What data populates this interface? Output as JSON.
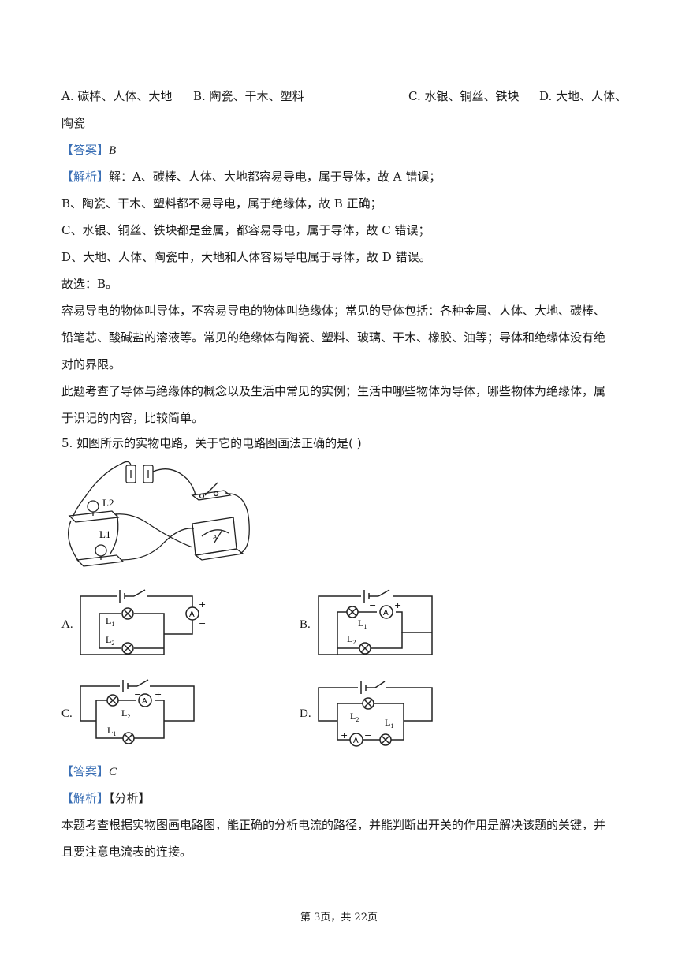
{
  "q4": {
    "opt_a": "A. 碳棒、人体、大地",
    "opt_b": "B. 陶瓷、干木、塑料",
    "opt_c": "C. 水银、铜丝、铁块",
    "opt_d": "D. 大地、人体、",
    "opt_d_cont": "陶瓷",
    "answer_tag": "【答案】",
    "answer": "B",
    "analysis_tag": "【解析】",
    "lines": [
      "解：A、碳棒、人体、大地都容易导电，属于导体，故 A 错误；",
      "B、陶瓷、干木、塑料都不易导电，属于绝缘体，故 B 正确；",
      "C、水银、铜丝、铁块都是金属，都容易导电，属于导体，故 C 错误；",
      "D、大地、人体、陶瓷中，大地和人体容易导电属于导体，故 D 错误。",
      "故选：B。",
      "容易导电的物体叫导体，不容易导电的物体叫绝缘体；常见的导体包括：各种金属、人体、大地、碳棒、",
      "铅笔芯、酸碱盐的溶液等。常见的绝缘体有陶瓷、塑料、玻璃、干木、橡胶、油等；导体和绝缘体没有绝",
      "对的界限。",
      "此题考查了导体与绝缘体的概念以及生活中常见的实例；生活中哪些物体为导体，哪些物体为绝缘体，属",
      "于识记的内容，比较简单。"
    ]
  },
  "q5": {
    "stem": "5. 如图所示的实物电路，关于它的电路图画法正确的是(    )",
    "photo_labels": {
      "l2": "L2",
      "l1": "L1",
      "meter": "A"
    },
    "options": {
      "a": "A.",
      "b": "B.",
      "c": "C.",
      "d": "D."
    },
    "comp": {
      "l1": "L",
      "l1_sub": "1",
      "l2": "L",
      "l2_sub": "2",
      "ammeter": "A",
      "plus": "+",
      "minus": "−"
    },
    "answer_tag": "【答案】",
    "answer": "C",
    "analysis_tag": "【解析】",
    "analysis_head": "【分析】",
    "lines": [
      "本题考查根据实物图画电路图，能正确的分析电流的路径，并能判断出开关的作用是解决该题的关键，并",
      "且要注意电流表的连接。"
    ]
  },
  "footer": "第 3页，共 22页"
}
